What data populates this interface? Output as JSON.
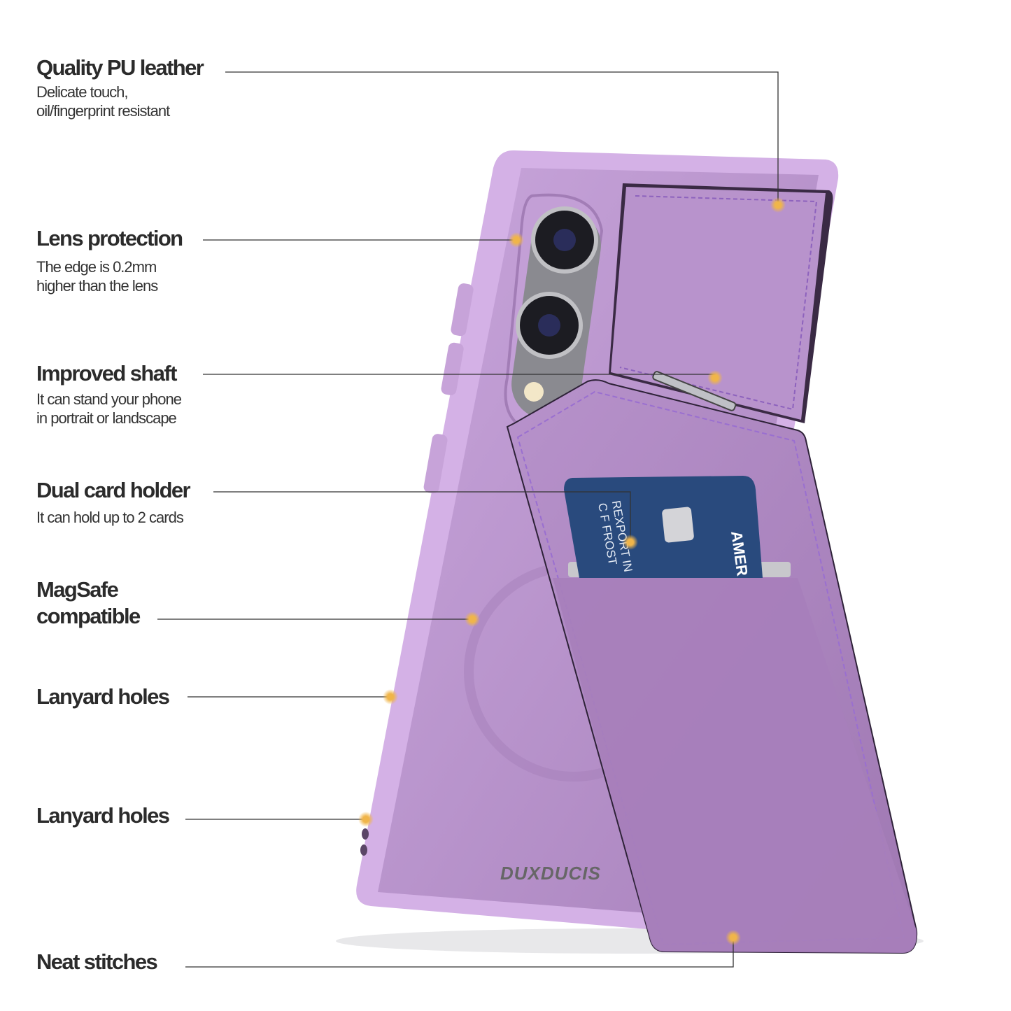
{
  "features": [
    {
      "title": "Quality PU leather",
      "desc": [
        "Delicate touch,",
        "oil/fingerprint resistant"
      ]
    },
    {
      "title": "Lens protection",
      "desc": [
        "The edge is 0.2mm",
        "higher than the lens"
      ]
    },
    {
      "title": "Improved shaft",
      "desc": [
        "It can stand your phone",
        "in portrait or landscape"
      ]
    },
    {
      "title": "Dual card holder",
      "desc": [
        "It can hold up to 2 cards"
      ]
    },
    {
      "title": "MagSafe compatible",
      "title_lines": [
        "MagSafe",
        "compatible"
      ],
      "desc": []
    },
    {
      "title": "Lanyard holes",
      "desc": []
    },
    {
      "title": "Lanyard holes",
      "desc": []
    },
    {
      "title": "Neat stitches",
      "desc": []
    }
  ],
  "product": {
    "brand_logo": "DUXDUCIS",
    "card_text": [
      "C F FROST",
      "REXPORT IN"
    ],
    "card_brand": "AMER",
    "case_color": "#b48ec6",
    "dot_color": "#f0b54a"
  }
}
